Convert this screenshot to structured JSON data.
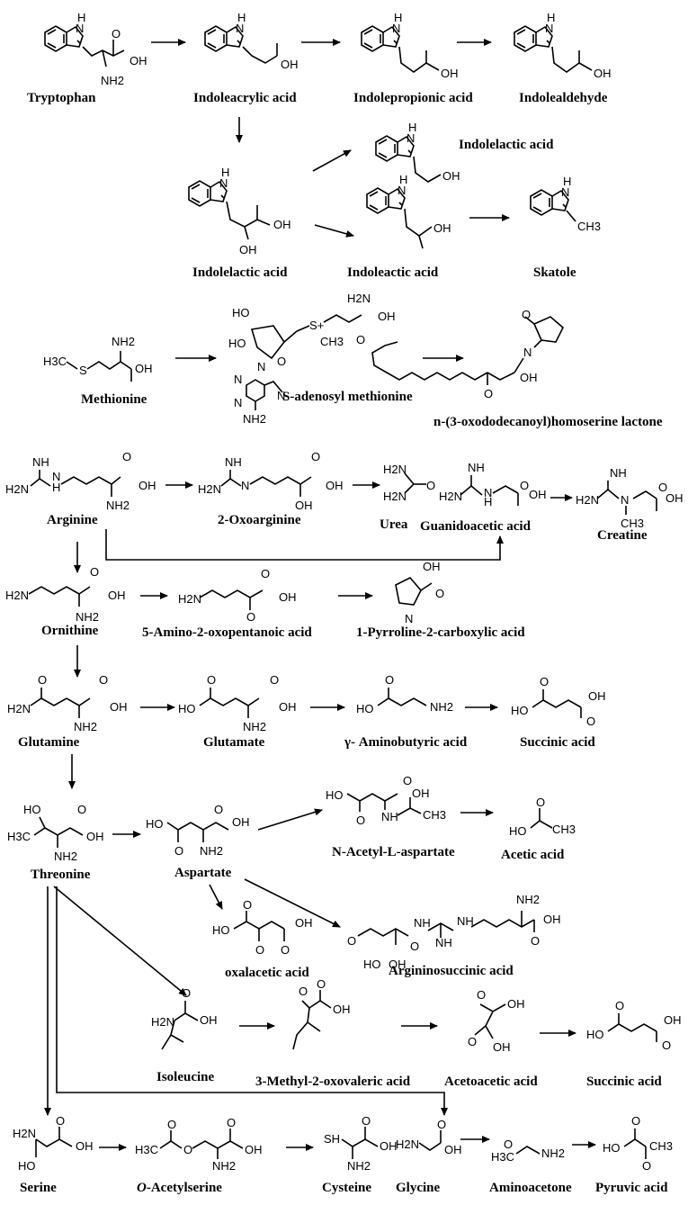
{
  "compounds": {
    "tryptophan": "Tryptophan",
    "indoleacrylic": "Indoleacrylic acid",
    "indolepropionic": "Indolepropionic acid",
    "indolealdehyde": "Indolealdehyde",
    "indolelactic_top": "Indolelactic acid",
    "indolelactic": "Indolelactic acid",
    "indoleactic": "Indoleactic acid",
    "skatole": "Skatole",
    "methionine": "Methionine",
    "sam": "S-adenosyl methionine",
    "homoserine": "n-(3-oxododecanoyl)homoserine lactone",
    "arginine": "Arginine",
    "oxoarginine": "2-Oxoarginine",
    "urea": "Urea",
    "guanidoacetic": "Guanidoacetic acid",
    "creatine": "Creatine",
    "ornithine": "Ornithine",
    "aminooxopentanoic": "5-Amino-2-oxopentanoic acid",
    "pyrroline": "1-Pyrroline-2-carboxylic acid",
    "glutamine": "Glutamine",
    "glutamate": "Glutamate",
    "gaba": "γ- Aminobutyric acid",
    "succinic1": "Succinic acid",
    "threonine": "Threonine",
    "aspartate": "Aspartate",
    "acetylaspartate": "N-Acetyl-L-aspartate",
    "acetic": "Acetic acid",
    "oxalacetic": "oxalacetic acid",
    "argininosuccinic": "Argininosuccinic acid",
    "isoleucine": "Isoleucine",
    "methyloxovaleric": "3-Methyl-2-oxovaleric acid",
    "acetoacetic": "Acetoacetic acid",
    "succinic2": "Succinic acid",
    "serine": "Serine",
    "acetylserine_prefix": "O",
    "acetylserine_suffix": "-Acetylserine",
    "cysteine": "Cysteine",
    "glycine": "Glycine",
    "aminoacetone": "Aminoacetone",
    "pyruvic": "Pyruvic acid"
  },
  "atoms": {
    "NH": "NH",
    "N": "N",
    "H": "H",
    "OH": "OH",
    "O": "O",
    "HO": "HO",
    "NH2": "NH2",
    "H2N": "H2N",
    "S": "S",
    "SH": "SH",
    "CH3": "CH3",
    "H3C": "H3C",
    "Splus": "S+",
    "nitrogen": "N"
  }
}
